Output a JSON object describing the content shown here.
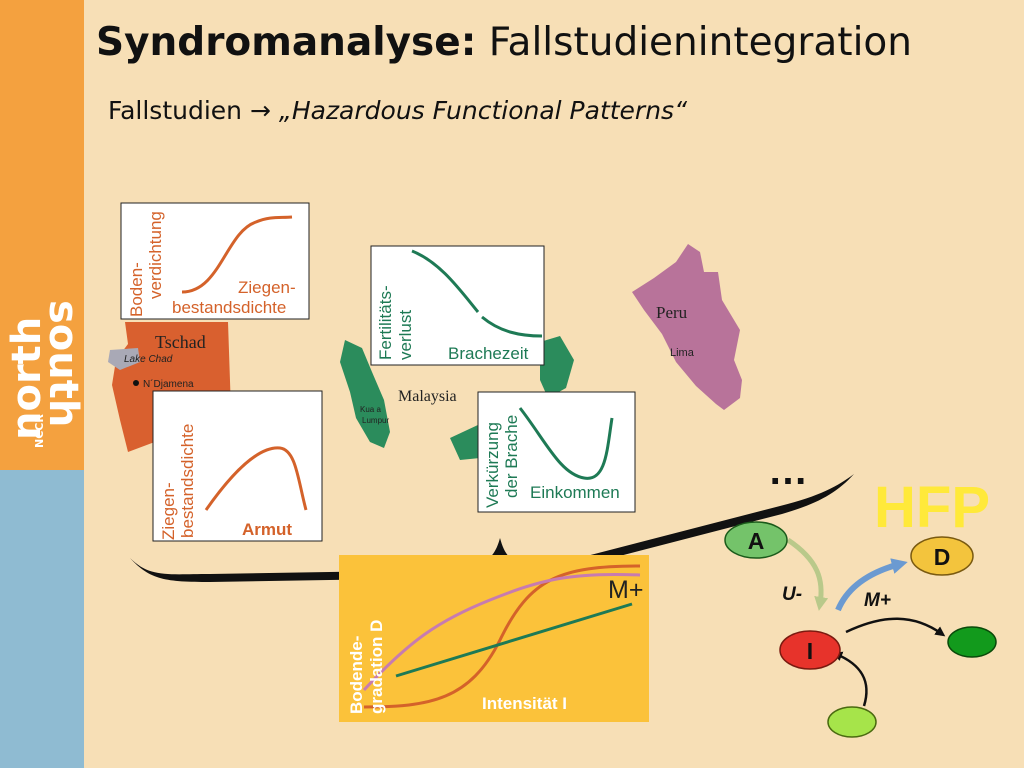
{
  "slide": {
    "title_bold": "Syndromanalyse:",
    "title_rest": " Fallstudienintegration",
    "subtitle_prefix": "Fallstudien ",
    "subtitle_arrow": "→",
    "subtitle_quote": " „Hazardous Functional Patterns“"
  },
  "logo": {
    "line1": "north",
    "line2": "south",
    "line3": "NCCR"
  },
  "maps": {
    "tschad": "Tschad",
    "lake_chad": "Lake Chad",
    "ndjamena": "N´Djamena",
    "malaysia": "Malaysia",
    "kuala_lumpur_1": "Kua a",
    "kuala_lumpur_2": "Lumpur",
    "peru": "Peru",
    "lima": "Lima"
  },
  "boxes": {
    "box1": {
      "ylabel_1": "Boden-",
      "ylabel_2": "verdichtung",
      "xlabel_1": "Ziegen-",
      "xlabel_2": "bestandsdichte"
    },
    "box2": {
      "ylabel_1": "Ziegen-",
      "ylabel_2": "bestandsdichte",
      "xlabel": "Armut"
    },
    "box3": {
      "ylabel_1": "Fertilitäts-",
      "ylabel_2": "verlust",
      "xlabel": "Brachezeit"
    },
    "box4": {
      "ylabel_1": "Verkürzung",
      "ylabel_2": "der Brache",
      "xlabel": "Einkommen"
    },
    "bottom": {
      "ylabel_1": "Bodende-",
      "ylabel_2": "gradation D",
      "xlabel": "Intensität I",
      "curve_label": "M+"
    }
  },
  "hfp": {
    "dots": "…",
    "title": "HFP",
    "node_a": "A",
    "node_d": "D",
    "node_i": "I",
    "edge_u": "U-",
    "edge_m": "M+"
  },
  "colors": {
    "orange_map": "#d9602f",
    "malaysia": "#2b8c5c",
    "peru": "#b8739a",
    "orange_curve": "#d4622a",
    "green_curve": "#1e7a55",
    "pink_curve": "#c77bb0",
    "hfp_yellow": "#ffe93a",
    "box_yellow": "#fbc23a"
  }
}
